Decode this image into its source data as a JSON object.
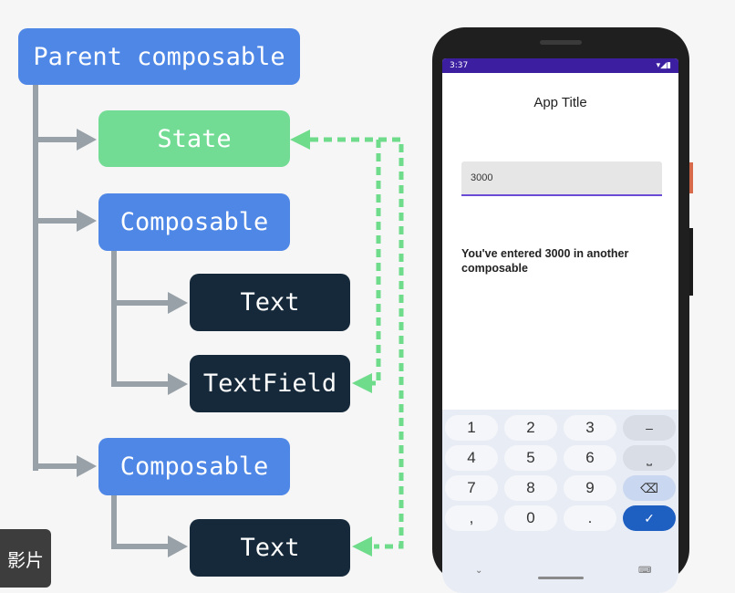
{
  "diagram": {
    "parent": "Parent composable",
    "state": "State",
    "composable_1": "Composable",
    "text_1": "Text",
    "textfield": "TextField",
    "composable_2": "Composable",
    "text_2": "Text"
  },
  "watermark": "影片",
  "phone": {
    "status_time": "3:37",
    "app_title": "App Title",
    "textfield_value": "3000",
    "message": "You've entered 3000 in another composable",
    "keyboard": {
      "keys": [
        "1",
        "2",
        "3",
        "–",
        "4",
        "5",
        "6",
        "⎵",
        "7",
        "8",
        "9",
        "⌫",
        ",",
        "0",
        ".",
        "✓"
      ]
    },
    "nav": {
      "back": "⌄",
      "keyboard": "⌨"
    }
  },
  "colors": {
    "blue": "#4f87e6",
    "green": "#72dc94",
    "dark": "#15293a",
    "dash": "#6fdc8c",
    "connector": "#98a1a8"
  }
}
